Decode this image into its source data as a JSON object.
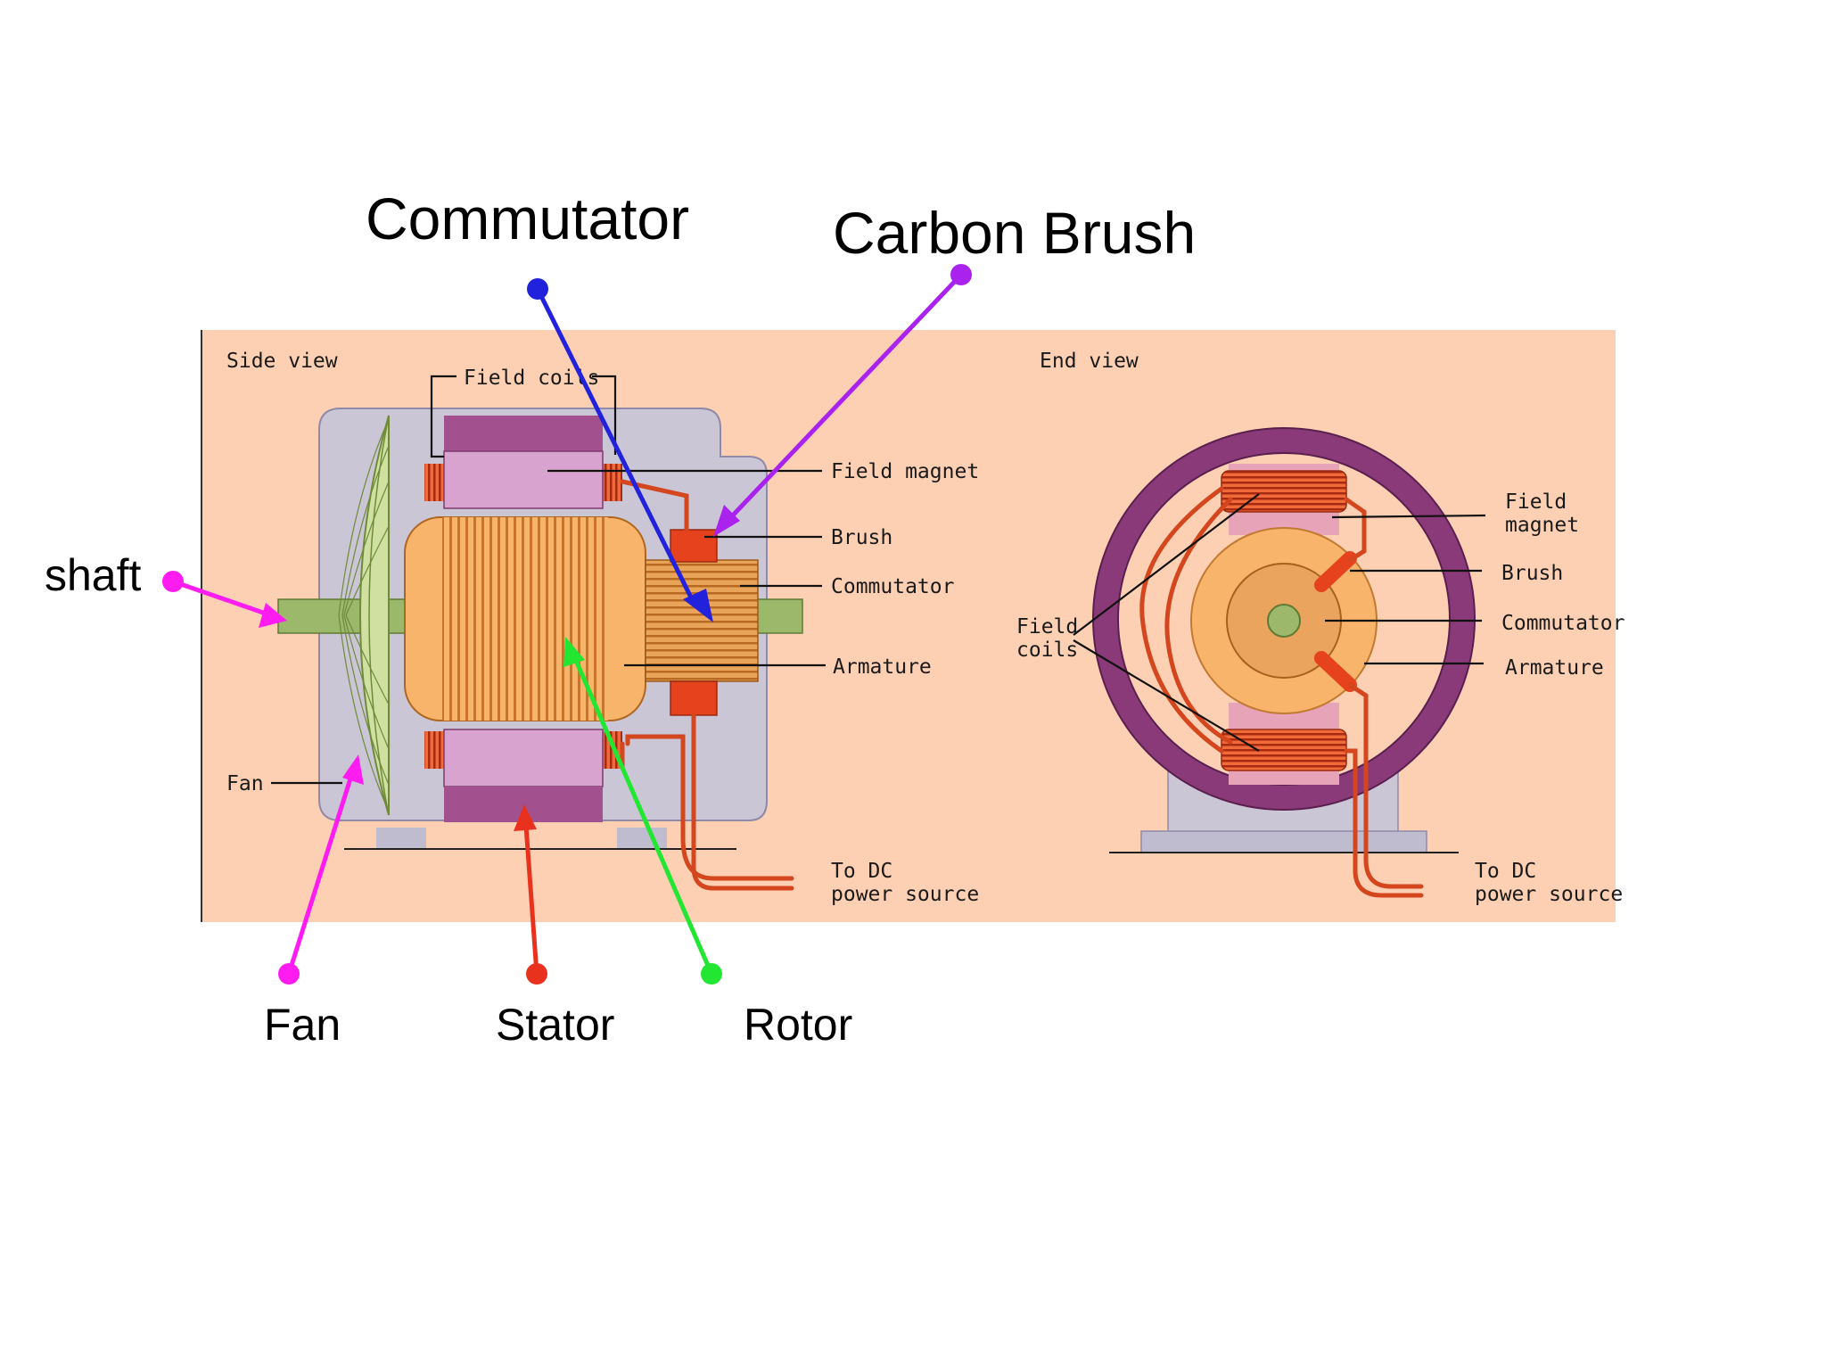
{
  "labels": {
    "commutator": "Commutator",
    "carbon_brush": "Carbon Brush",
    "shaft": "shaft",
    "fan": "Fan",
    "stator": "Stator",
    "rotor": "Rotor"
  },
  "side_view": {
    "title": "Side view",
    "field_coils": "Field coils",
    "field_magnet": "Field magnet",
    "brush": "Brush",
    "commutator": "Commutator",
    "armature": "Armature",
    "fan": "Fan",
    "power_line1": "To DC",
    "power_line2": "power source"
  },
  "end_view": {
    "title": "End view",
    "field_magnet_line1": "Field",
    "field_magnet_line2": "magnet",
    "brush": "Brush",
    "commutator": "Commutator",
    "armature": "Armature",
    "field_coils_line1": "Field",
    "field_coils_line2": "coils",
    "power_line1": "To DC",
    "power_line2": "power source"
  },
  "colors": {
    "panel_bg": "#fdd0b4",
    "housing": "#cac6d6",
    "field_magnet": "#d9a3cf",
    "field_magnet_dark": "#a2508e",
    "armature": "#f7b46a",
    "coil": "#d94a22",
    "brush": "#e6421e",
    "shaft": "#9cb86a",
    "fan": "#cfe0a0",
    "ring": "#8a3a78",
    "arrow_commutator": "#2222dd",
    "arrow_brush": "#aa22ee",
    "arrow_shaft_fan": "#ff1cf0",
    "arrow_stator": "#e8321e",
    "arrow_rotor": "#22e632"
  }
}
